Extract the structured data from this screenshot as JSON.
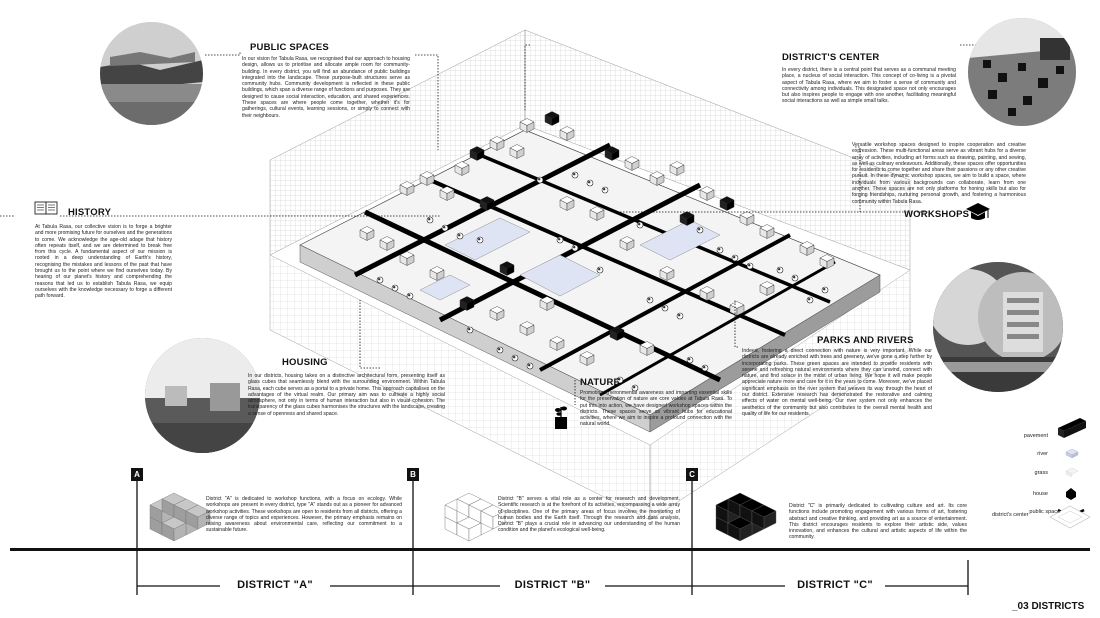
{
  "sections": {
    "public_spaces": {
      "heading": "PUBLIC SPACES",
      "body": "In our vision for Tabula Rasa, we recognised that our approach to housing design, allows us to prioritise and allocate ample room for community-building. In every district, you will find an abundance of public buildings integrated into the landscape. These purpose-built structures serve as community hubs. Community development is reflected in these public buildings, which span a diverse range of functions and purposes. They are designed to cause social interaction, education, and shared experiences. These spaces are where people come together, whether it's for gatherings, cultural events, learning sessions, or simply to connect with their neighbours."
    },
    "districts_center": {
      "heading": "DISTRICT'S CENTER",
      "body": "In every district, there is a central point that serves as a communal meeting place, a nucleus of social interaction. This concept of co-living is a pivotal aspect of Tabula Rasa, where we aim to foster a sense of community and connectivity among individuals. This designated space not only encourages but also inspires people to engage with one another, facilitating meaningful social interactions as well as simple small talks."
    },
    "workshops": {
      "heading": "WORKSHOPS",
      "body": "Versatile workshop spaces designed to inspire cooperation and creative expression. These multi-functional areas serve as vibrant hubs for a diverse array of activities, including art forms such as drawing, painting, and sewing, as well as culinary endeavours. Additionally, these spaces offer opportunities for residents to come together and share their passions or any other creative pursuit. In these dynamic workshop spaces, we aim to build a space, where individuals from various backgrounds can collaborate, learn from one another. These spaces are not only platforms for honing skills but also for forging friendships, nurturing personal growth, and fostering a harmonious community within Tabula Rasa."
    },
    "history": {
      "heading": "HISTORY",
      "body": "At Tabula Rasa, our collective vision is to forge a brighter and more promising future for ourselves and the generations to come. We acknowledge the age-old adage that history often repeats itself, and we are determined to break free from this cycle. A fundamental aspect of our mission is rooted in a deep understanding of Earth's history, recognising the mistakes and lessons of the past that have brought us to the point where we find ourselves today. By hearing of our planet's history and comprehending the reasons that led us to establish Tabula Rasa, we equip ourselves with the knowledge necessary to forge a different path forward."
    },
    "parks_rivers": {
      "heading": "PARKS AND RIVERS",
      "body": "Indeed, fostering a direct connection with nature is very important. While our districts are already enriched with trees and greenery, we've gone a step further by incorporating parks. These green spaces are intended to provide residents with serene and refreshing natural environments where they can unwind, connect with nature, and find solace in the midst of urban living. We hope it will make people appreciate nature more and care for it in the years to come. Moreover, we've placed significant emphasis on the river system that weaves its way through the heart of our district. Extensive research has demonstrated the restorative and calming effects of water on mental well-being. Our river system not only enhances the aesthetics of the community but also contributes to the overall mental health and quality of life for our residents."
    },
    "housing": {
      "heading": "HOUSING",
      "body": "In our districts, housing takes on a distinctive architectural form, presenting itself as glass cubes that seamlessly blend with the surrounding environment. Within Tabula Rasa, each cube serves as a portal to a private home. This approach capitalises on the advantages of the virtual realm. Our primary aim was to cultivate a highly social atmosphere, not only in terms of human interaction but also in visual cohesion. The transparency of the glass cubes harmonises the structures with the landscape, creating a sense of openness and shared space."
    },
    "nature": {
      "heading": "NATURE",
      "body": "Promoting environmental awareness and imparting essential skills for the preservation of nature are core values at Tabula Rasa. To put this into action, we have designed workshop spaces within the districts. These spaces serve as vibrant hubs for educational activities, where we aim to inspire a profound connection with the natural world."
    }
  },
  "legend": [
    {
      "label": "pavement"
    },
    {
      "label": "river"
    },
    {
      "label": "grass"
    },
    {
      "label": "house"
    },
    {
      "label": "public space"
    },
    {
      "label": "district's center"
    }
  ],
  "districts": [
    {
      "marker": "A",
      "label": "DISTRICT \"A\"",
      "body": "District \"A\" is dedicated to workshop functions, with a focus on ecology. While workshops are present in every district, type \"A\" stands out as a pioneer for advanced workshop activities. These workshops are open to residents from all districts, offering a diverse range of topics and experiences. However, the primary emphasis remains on raising awareness about environmental care, reflecting our commitment to a sustainable future."
    },
    {
      "marker": "B",
      "label": "DISTRICT \"B\"",
      "body": "District \"B\" serves a vital role as a center for research and development. Scientific research is at the forefront of its activities, encompassing a wide array of disciplines. One of the primary areas of focus involves the monitoring of human bodies and the Earth itself. Through the research and data analysis, District \"B\" plays a crucial role in advancing our understanding of the human condition and the planet's ecological well-being."
    },
    {
      "marker": "C",
      "label": "DISTRICT \"C\"",
      "body": "District \"C\" is primarily dedicated to cultivating culture and art. Its core functions include promoting engagement with various forms of art, fostering abstract and creative thinking, and providing art as a source of entertainment. This district encourages residents to explore their artistic side, values innovation, and enhances the cultural and artistic aspects of life within the community."
    }
  ],
  "footer": "_03 DISTRICTS"
}
